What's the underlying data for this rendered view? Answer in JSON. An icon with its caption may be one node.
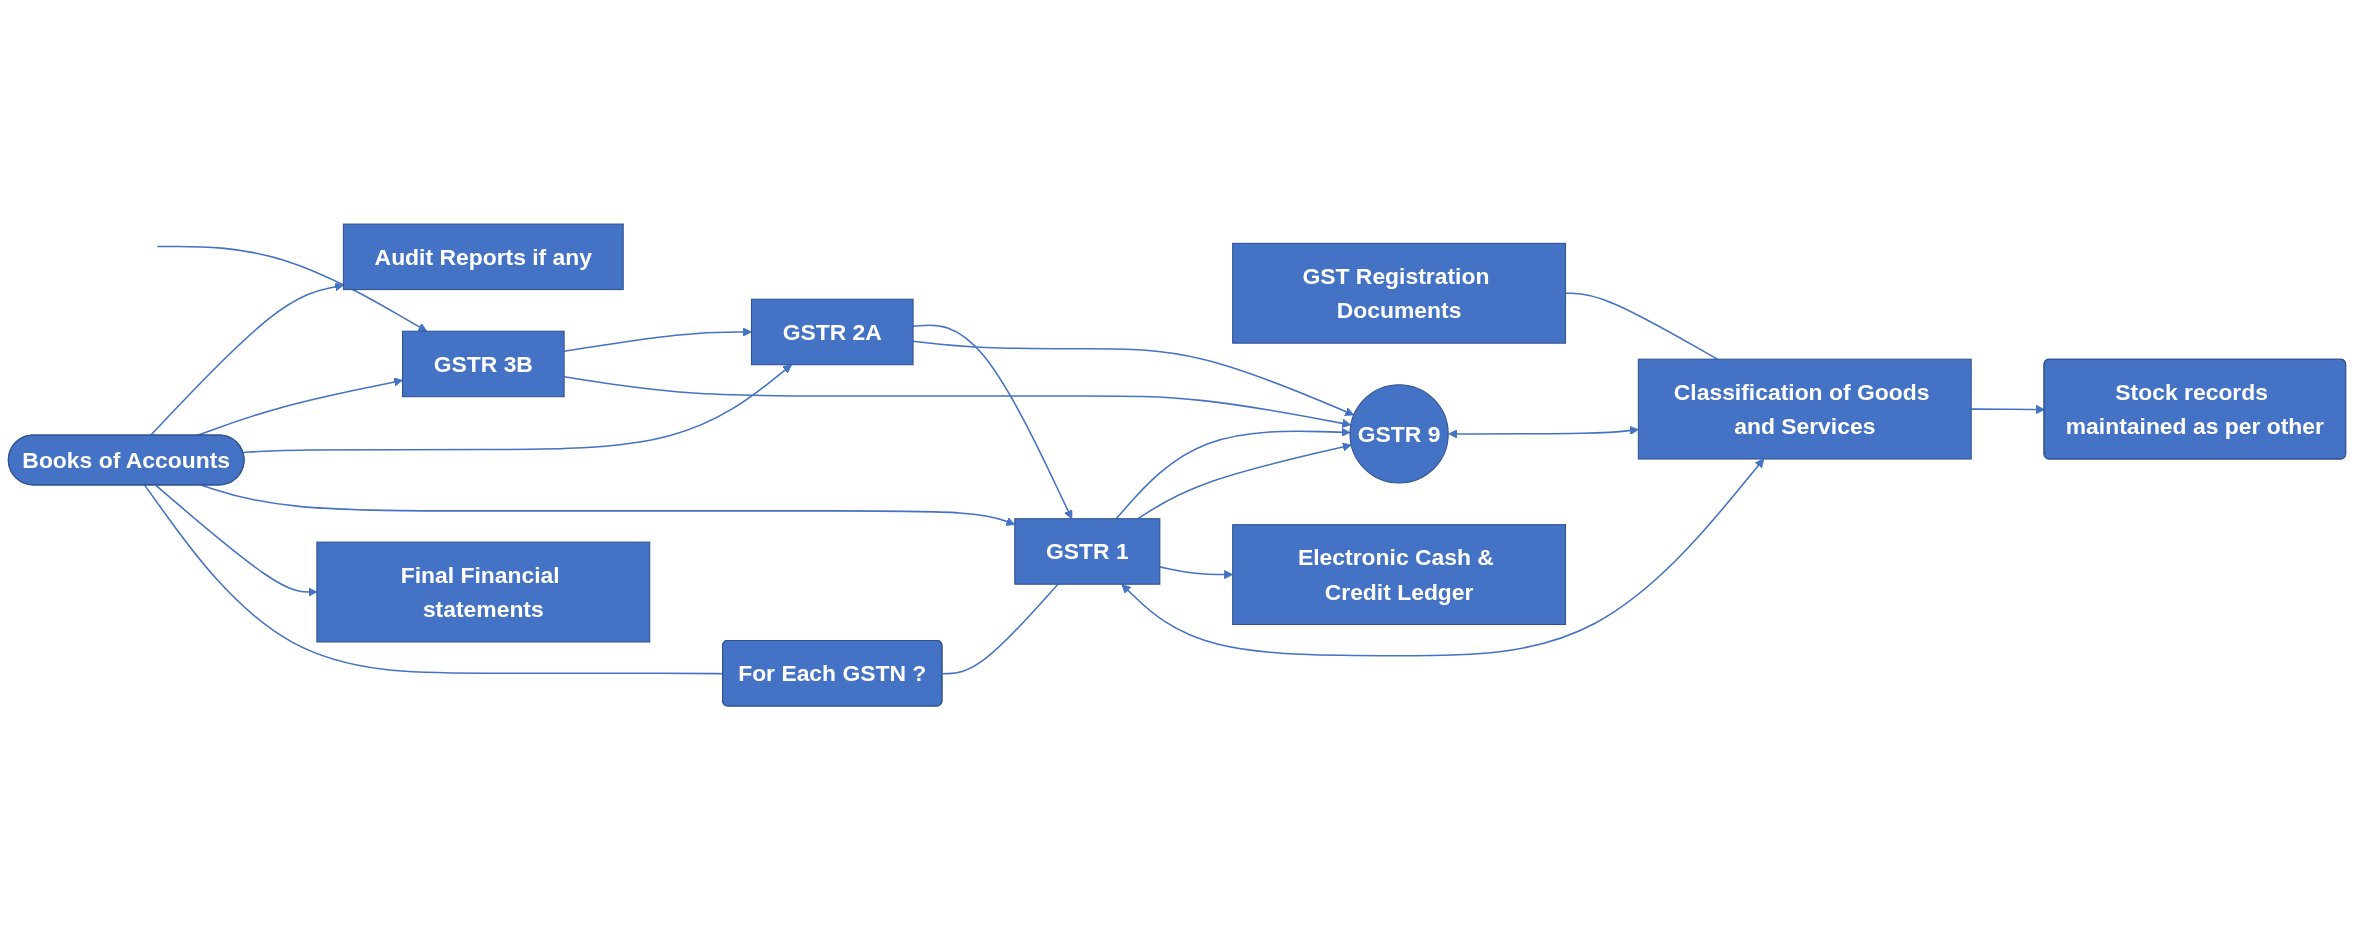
{
  "diagram": {
    "nodes": [
      {
        "text": [
          "Audit Reports if any"
        ]
      },
      {
        "text": [
          "GSTR 3B"
        ]
      },
      {
        "text": [
          "GST Registration Documents"
        ]
      },
      {
        "text": [
          "Stock records maintained as per other"
        ]
      },
      {
        "text": [
          "Books of Accounts"
        ]
      },
      {
        "text": [
          "GSTR 2A"
        ]
      },
      {
        "text": [
          "GSTR 9"
        ]
      },
      {
        "text": [
          "GSTR 1"
        ]
      },
      {
        "text": [
          "Final Financial statements"
        ]
      },
      {
        "text": [
          "Classification of Goods and Services"
        ]
      },
      {
        "text": [
          "For Each GSTN ?"
        ]
      },
      {
        "text": [
          "Electronic Cash & Credit Ledger"
        ]
      }
    ],
    "edges": [
      {
        "from": 4,
        "to": 0,
        "arrow": "to"
      },
      {
        "from": 4,
        "to": 1,
        "arrow": "to"
      },
      {
        "from": 4,
        "to": 5,
        "arrow": "to"
      },
      {
        "from": 4,
        "to": 7,
        "arrow": "to"
      },
      {
        "from": 4,
        "to": 8,
        "arrow": "to"
      },
      {
        "from": null,
        "to": 1,
        "arrow": "to"
      },
      {
        "from": 1,
        "to": 5,
        "arrow": "to"
      },
      {
        "from": 5,
        "to": 7,
        "arrow": "to"
      },
      {
        "from": 1,
        "to": 6,
        "arrow": "to"
      },
      {
        "from": 5,
        "to": 6,
        "arrow": "to"
      },
      {
        "from": 7,
        "to": 6,
        "arrow": "to"
      },
      {
        "from": 7,
        "to": 6,
        "arrow": "to"
      },
      {
        "from": 7,
        "to": 11,
        "arrow": "to"
      },
      {
        "from": 7,
        "to": 9,
        "arrow": "both"
      },
      {
        "from": 6,
        "to": 9,
        "arrow": "both"
      },
      {
        "from": 9,
        "to": 3,
        "arrow": "to"
      },
      {
        "from": 10,
        "to": 7,
        "arrow": "none"
      },
      {
        "from": 4,
        "to": 10,
        "arrow": "none"
      },
      {
        "from": 2,
        "to": 9,
        "arrow": "none"
      }
    ]
  }
}
